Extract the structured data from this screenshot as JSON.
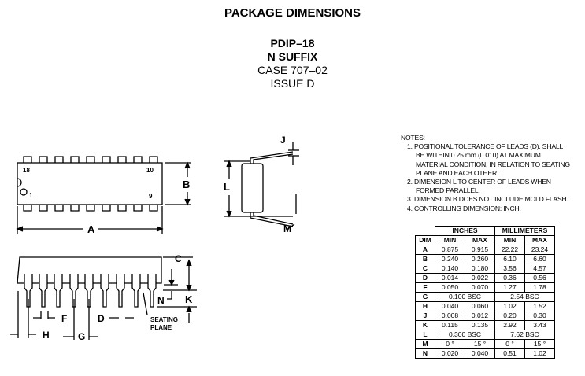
{
  "title": "PACKAGE DIMENSIONS",
  "package": {
    "name": "PDIP–18",
    "suffix": "N SUFFIX",
    "case": "CASE 707–02",
    "issue": "ISSUE D"
  },
  "drawing_labels": {
    "pin18": "18",
    "pin10": "10",
    "pin1": "1",
    "pin9": "9",
    "A": "A",
    "B": "B",
    "C": "C",
    "D": "D",
    "F": "F",
    "G": "G",
    "H": "H",
    "J": "J",
    "K": "K",
    "L": "L",
    "M": "M",
    "N": "N",
    "seating1": "SEATING",
    "seating2": "PLANE"
  },
  "notes": {
    "heading": "NOTES:",
    "items": [
      [
        "1. POSITIONAL TOLERANCE OF LEADS (D), SHALL",
        "BE WITHIN 0.25 mm (0.010) AT MAXIMUM",
        "MATERIAL CONDITION, IN RELATION TO SEATING",
        "PLANE AND EACH OTHER."
      ],
      [
        "2. DIMENSION L TO CENTER OF LEADS WHEN",
        "FORMED PARALLEL."
      ],
      [
        "3. DIMENSION B DOES NOT INCLUDE MOLD FLASH."
      ],
      [
        "4. CONTROLLING DIMENSION: INCH."
      ]
    ]
  },
  "table": {
    "group_headers": [
      "INCHES",
      "MILLIMETERS"
    ],
    "headers": [
      "DIM",
      "MIN",
      "MAX",
      "MIN",
      "MAX"
    ],
    "rows": [
      [
        "A",
        "0.875",
        "0.915",
        "22.22",
        "23.24"
      ],
      [
        "B",
        "0.240",
        "0.260",
        "6.10",
        "6.60"
      ],
      [
        "C",
        "0.140",
        "0.180",
        "3.56",
        "4.57"
      ],
      [
        "D",
        "0.014",
        "0.022",
        "0.36",
        "0.56"
      ],
      [
        "F",
        "0.050",
        "0.070",
        "1.27",
        "1.78"
      ],
      [
        "G",
        "0.100 BSC",
        "",
        "2.54 BSC",
        ""
      ],
      [
        "H",
        "0.040",
        "0.060",
        "1.02",
        "1.52"
      ],
      [
        "J",
        "0.008",
        "0.012",
        "0.20",
        "0.30"
      ],
      [
        "K",
        "0.115",
        "0.135",
        "2.92",
        "3.43"
      ],
      [
        "L",
        "0.300 BSC",
        "",
        "7.62 BSC",
        ""
      ],
      [
        "M",
        "0 °",
        "15 °",
        "0 °",
        "15 °"
      ],
      [
        "N",
        "0.020",
        "0.040",
        "0.51",
        "1.02"
      ]
    ]
  }
}
